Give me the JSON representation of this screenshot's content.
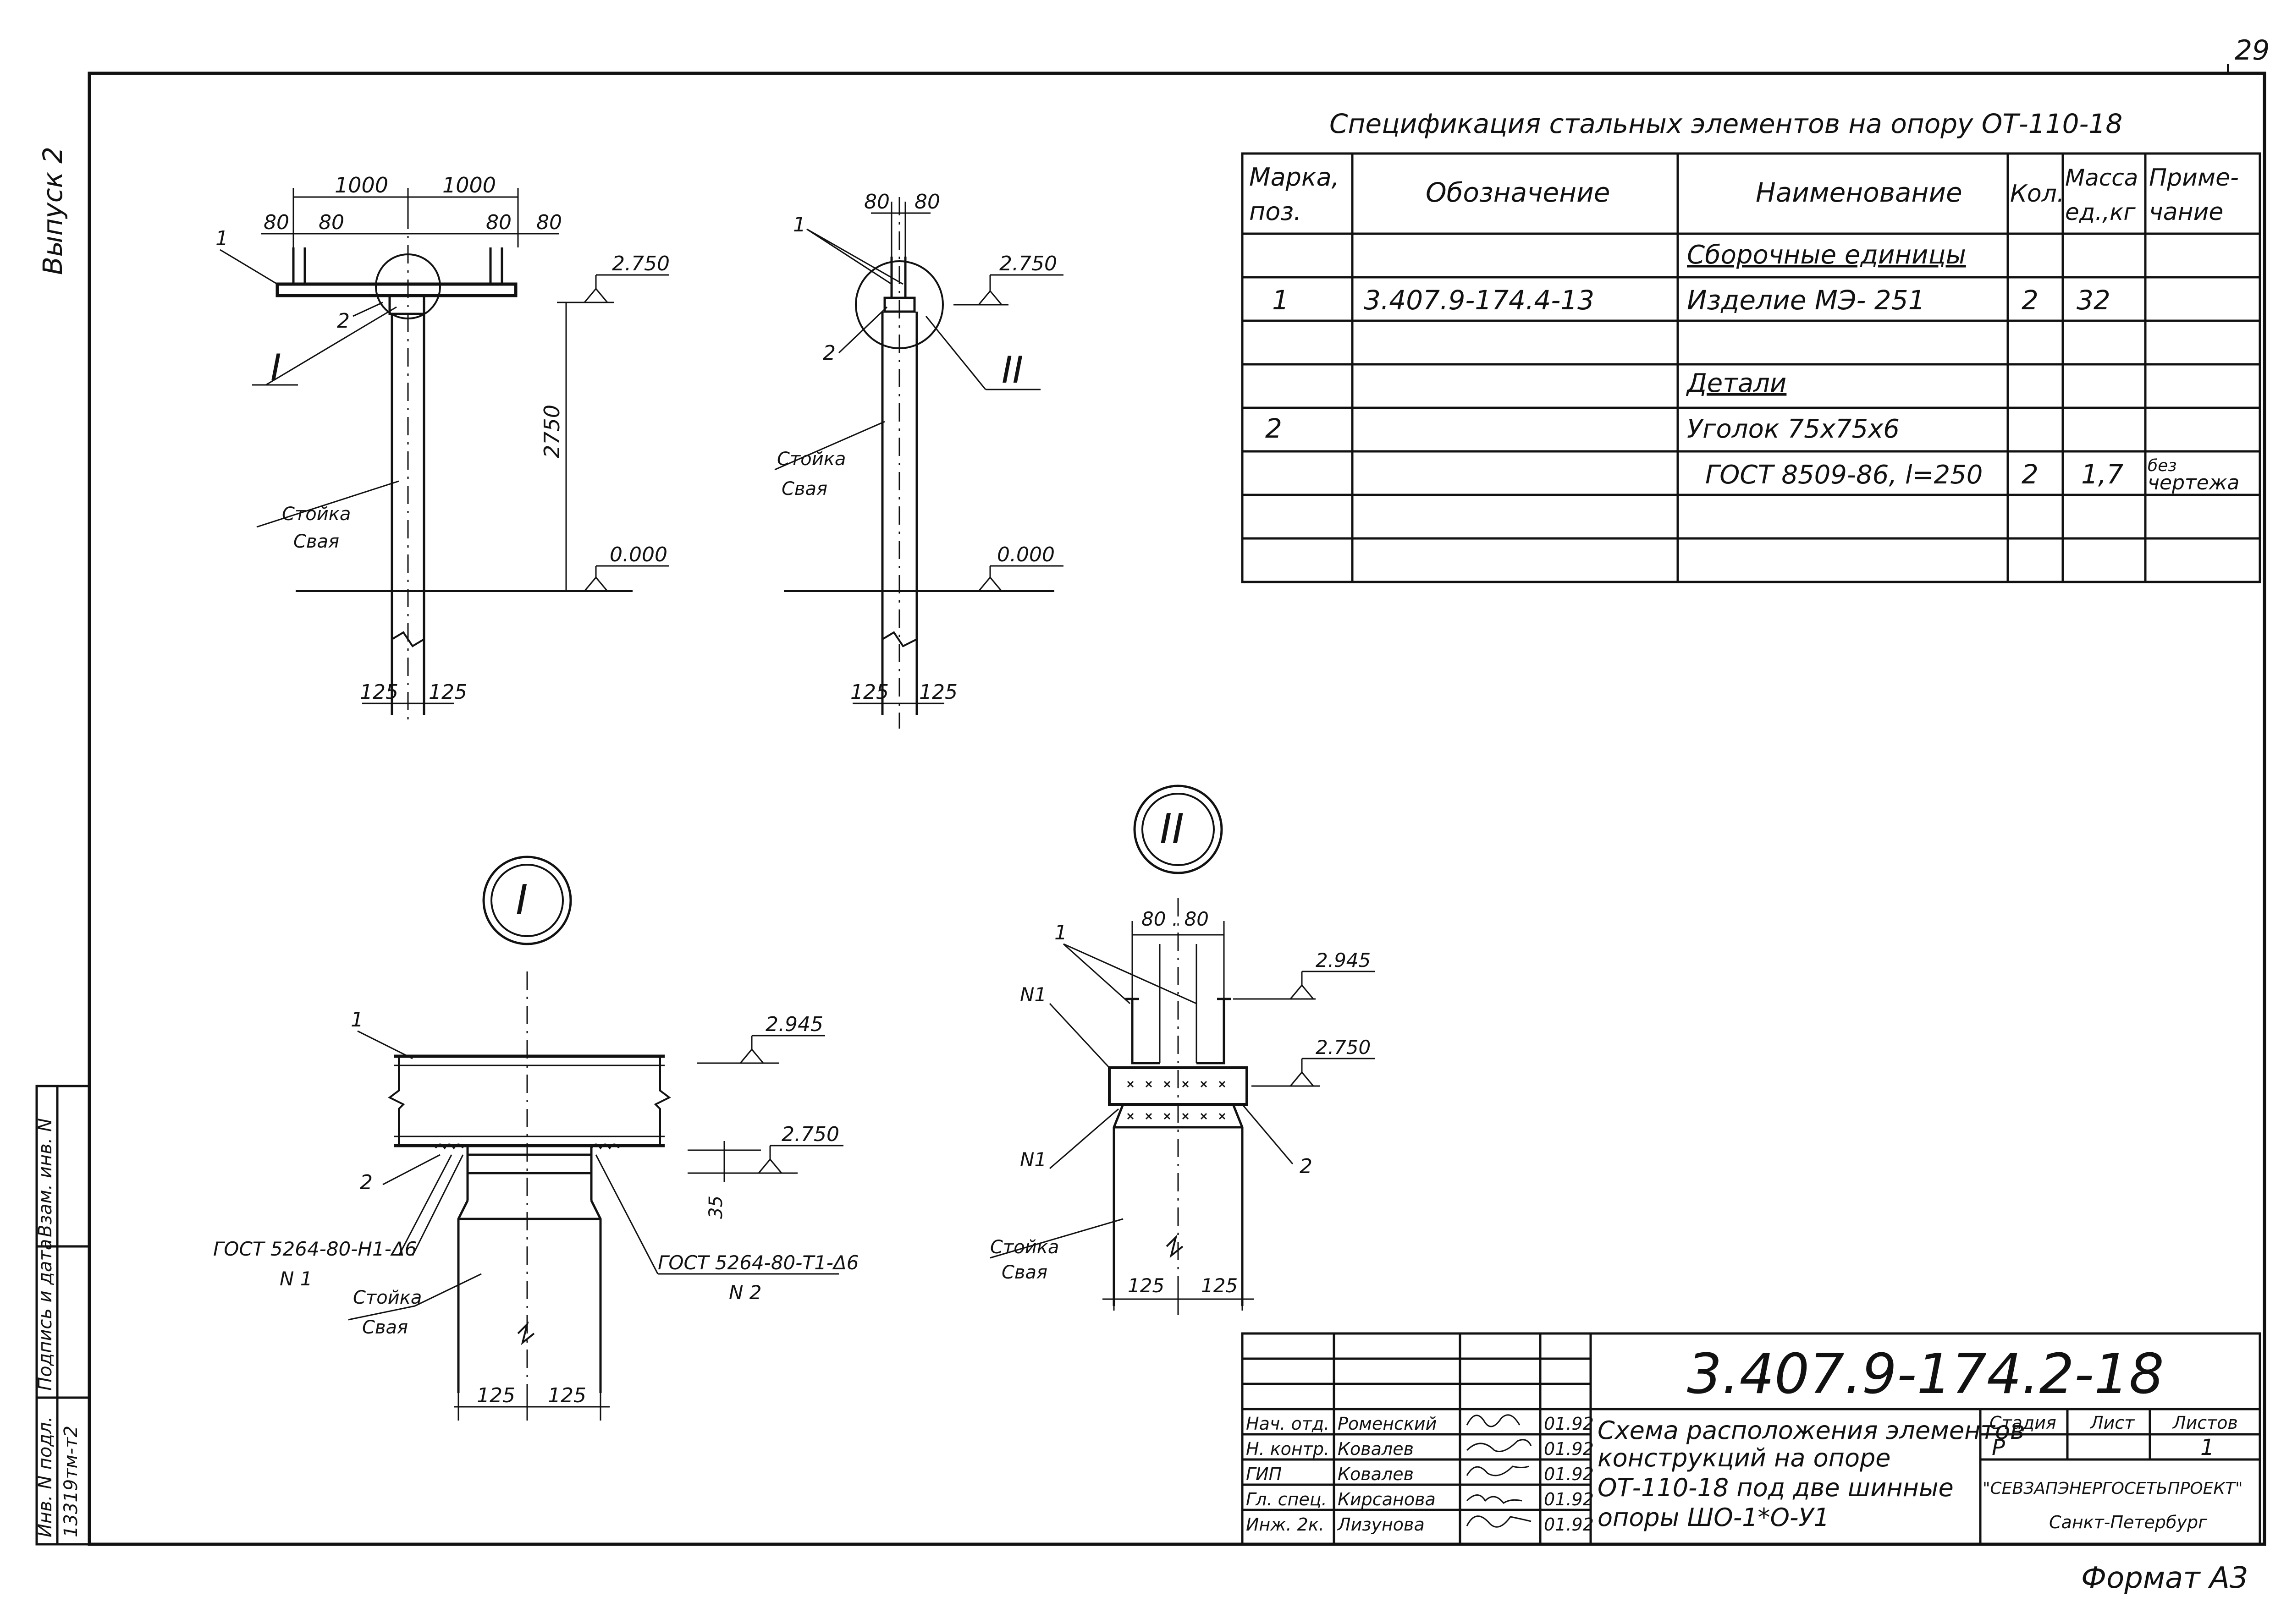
{
  "page_number": "29",
  "sheet_format": "Формат А3",
  "left_margin": {
    "issue": "Выпуск 2",
    "stamp_labels": [
      "Взам. инв. N",
      "Подпись и дата",
      "Инв. N подл."
    ],
    "inventory_number": "13319тм-т2"
  },
  "spec": {
    "title": "Спецификация стальных элементов на опору  ОТ-110-18",
    "headers": [
      "Марка, поз.",
      "Обозначение",
      "Наименование",
      "Кол.",
      "Масса ед.,кг",
      "Приме- чание"
    ],
    "rows": [
      [
        "",
        "",
        "Сборочные единицы",
        "",
        "",
        ""
      ],
      [
        "1",
        "3.407.9-174.4-13",
        "Изделие МЭ- 251",
        "2",
        "32",
        ""
      ],
      [
        "",
        "",
        "",
        "",
        "",
        ""
      ],
      [
        "",
        "",
        "Детали",
        "",
        "",
        ""
      ],
      [
        "2",
        "",
        "Уголок 75х75х6",
        "",
        "",
        ""
      ],
      [
        "",
        "",
        "ГОСТ 8509-86, l=250",
        "2",
        "1,7",
        "без чертежа"
      ],
      [
        "",
        "",
        "",
        "",
        "",
        ""
      ],
      [
        "",
        "",
        "",
        "",
        "",
        ""
      ]
    ]
  },
  "view1": {
    "dims_top": [
      "1000",
      "1000"
    ],
    "dims_small": [
      "80",
      "80",
      "80",
      "80"
    ],
    "level_top": "2.750",
    "level_zero": "0.000",
    "height": "2750",
    "dims_bottom": [
      "125",
      "125"
    ],
    "label_stoika": "Стойка",
    "label_svaya": "Свая",
    "pos1": "1",
    "pos2": "2",
    "callout": "I"
  },
  "view2": {
    "dims_small": [
      "80",
      "80"
    ],
    "level_top": "2.750",
    "level_zero": "0.000",
    "dims_bottom": [
      "125",
      "125"
    ],
    "label_stoika": "Стойка",
    "label_svaya": "Свая",
    "pos1": "1",
    "pos2": "2",
    "callout": "II"
  },
  "detail1": {
    "callout": "I",
    "level_top": "2.945",
    "level_mid": "2.750",
    "dim_35": "35",
    "weld_left": "ГОСТ 5264-80-Н1-Δ6",
    "weld_left_ref": "N 1",
    "weld_right": "ГОСТ 5264-80-Т1-Δ6",
    "weld_right_ref": "N 2",
    "label_stoika": "Стойка",
    "label_svaya": "Свая",
    "dims_bottom": [
      "125",
      "125"
    ],
    "pos1": "1",
    "pos2": "2"
  },
  "detail2": {
    "callout": "II",
    "dims_top": "80 . 80",
    "level_top": "2.945",
    "level_mid": "2.750",
    "n1": "N1",
    "label_stoika": "Стойка",
    "label_svaya": "Свая",
    "dims_bottom": [
      "125",
      "125"
    ],
    "pos1": "1",
    "pos2": "2"
  },
  "title_block": {
    "doc_number": "3.407.9-174.2-18",
    "roles": [
      {
        "role": "Нач. отд.",
        "name": "Роменский",
        "date": "01.92"
      },
      {
        "role": "Н. контр.",
        "name": "Ковалев",
        "date": "01.92"
      },
      {
        "role": "ГИП",
        "name": "Ковалев",
        "date": "01.92"
      },
      {
        "role": "Гл. спец.",
        "name": "Кирсанова",
        "date": "01.92"
      },
      {
        "role": "Инж. 2к.",
        "name": "Лизунова",
        "date": "01.92"
      }
    ],
    "description": [
      "Схема расположения элементов",
      "конструкций на опоре",
      "ОТ-110-18 под две шинные",
      "опоры ШО-1*О-У1"
    ],
    "stage_label": "Стадия",
    "sheet_label": "Лист",
    "sheets_label": "Листов",
    "stage": "Р",
    "sheet": "",
    "sheets": "1",
    "org": "\"СЕВЗАПЭНЕРГОСЕТЬПРОЕКТ\"",
    "city": "Санкт-Петербург"
  }
}
